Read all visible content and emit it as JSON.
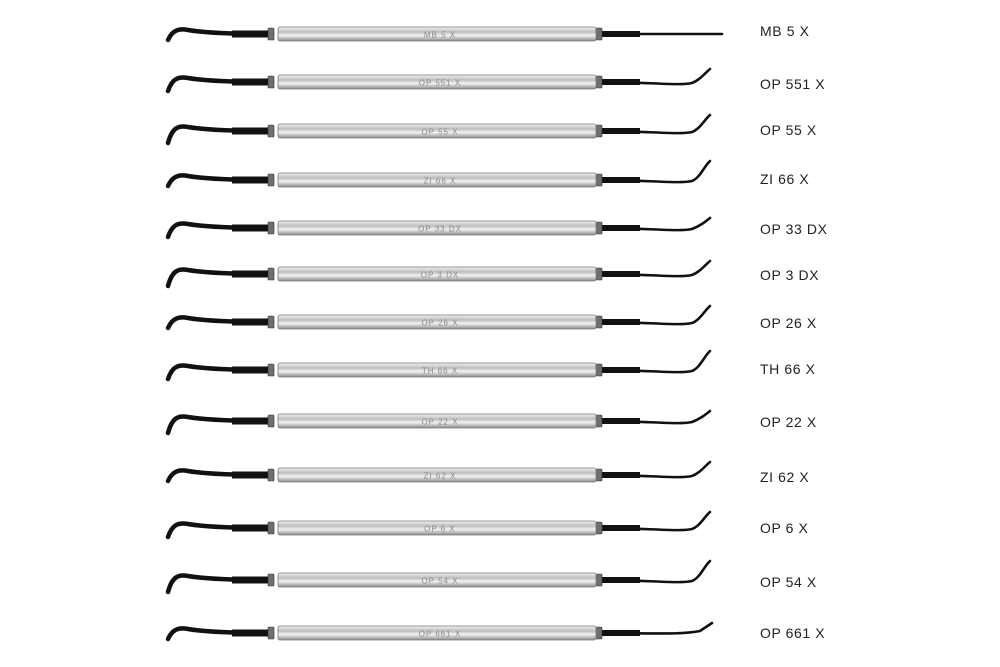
{
  "colors": {
    "background": "#ffffff",
    "handle_light": "#f3f3f3",
    "handle_mid": "#bdbdbd",
    "handle_dark": "#8a8a8a",
    "tip": "#111111",
    "label_text": "#222222"
  },
  "instruments": [
    {
      "name": "MB 5 X",
      "engraving": "MB 5 X"
    },
    {
      "name": "OP 551 X",
      "engraving": "OP 551 X"
    },
    {
      "name": "OP 55 X",
      "engraving": "OP 55 X"
    },
    {
      "name": "ZI 66 X",
      "engraving": "ZI 66 X"
    },
    {
      "name": "OP 33 DX",
      "engraving": "OP 33 DX"
    },
    {
      "name": "OP 3 DX",
      "engraving": "OP 3 DX"
    },
    {
      "name": "OP 26 X",
      "engraving": "OP 26 X"
    },
    {
      "name": "TH 66 X",
      "engraving": "TH 66 X"
    },
    {
      "name": "OP 22 X",
      "engraving": "OP 22 X"
    },
    {
      "name": "ZI 62 X",
      "engraving": "ZI 62 X"
    },
    {
      "name": "OP 6 X",
      "engraving": "OP 6 X"
    },
    {
      "name": "OP 54 X",
      "engraving": "OP 54 X"
    },
    {
      "name": "OP 661 X",
      "engraving": "OP 661 X"
    }
  ]
}
